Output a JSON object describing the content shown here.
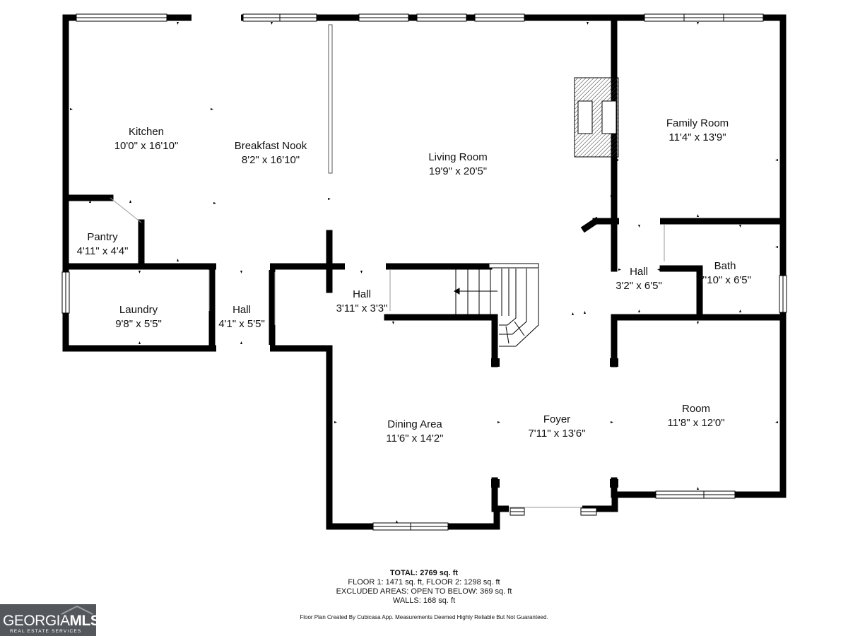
{
  "rooms": [
    {
      "name": "Kitchen",
      "dims": "10'0\" x 16'10\""
    },
    {
      "name": "Breakfast Nook",
      "dims": "8'2\" x 16'10\""
    },
    {
      "name": "Living Room",
      "dims": "19'9\" x 20'5\""
    },
    {
      "name": "Family Room",
      "dims": "11'4\" x 13'9\""
    },
    {
      "name": "Pantry",
      "dims": "4'11\" x 4'4\""
    },
    {
      "name": "Laundry",
      "dims": "9'8\" x 5'5\""
    },
    {
      "name": "Hall",
      "dims": "4'1\" x 5'5\""
    },
    {
      "name": "Hall",
      "dims": "3'11\" x 3'3\""
    },
    {
      "name": "Hall",
      "dims": "3'2\" x 6'5\""
    },
    {
      "name": "Bath",
      "dims": "7'10\" x 6'5\""
    },
    {
      "name": "Dining Area",
      "dims": "11'6\" x 14'2\""
    },
    {
      "name": "Foyer",
      "dims": "7'11\" x 13'6\""
    },
    {
      "name": "Room",
      "dims": "11'8\" x 12'0\""
    }
  ],
  "totals": {
    "total": "TOTAL: 2769 sq. ft",
    "floors": "FLOOR 1: 1471 sq. ft, FLOOR 2: 1298 sq. ft",
    "excluded": "EXCLUDED AREAS: OPEN TO BELOW: 369 sq. ft",
    "walls": "WALLS: 168 sq. ft"
  },
  "credit": "Floor Plan Created By Cubicasa App. Measurements Deemed Highly Reliable But Not Guaranteed.",
  "logo": {
    "text_light": "GEORGIA",
    "text_bold": "MLS",
    "subtitle": "REAL ESTATE SERVICES"
  },
  "colors": {
    "wall": "#000000",
    "logo_bg": "#54585c"
  }
}
